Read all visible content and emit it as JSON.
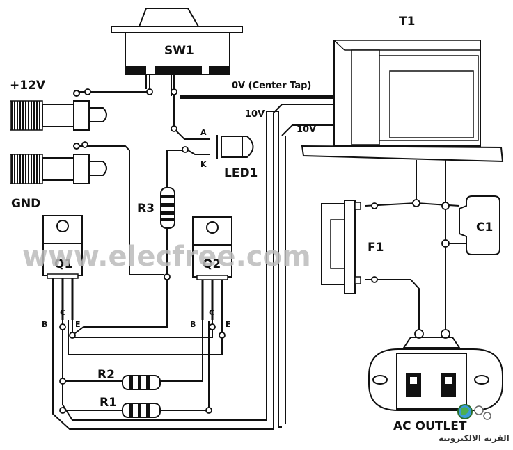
{
  "labels": {
    "sw1": "SW1",
    "t1": "T1",
    "plus12v": "+12V",
    "gnd": "GND",
    "center_tap": "0V (Center Tap)",
    "ten_v_a": "10V",
    "ten_v_b": "10V",
    "led1": "LED1",
    "led_anode": "A",
    "led_cathode": "K",
    "r3": "R3",
    "q1": "Q1",
    "q2": "Q2",
    "q1_b": "B",
    "q1_c": "C",
    "q1_e": "E",
    "q2_b": "B",
    "q2_c": "C",
    "q2_e": "E",
    "r2": "R2",
    "r1": "R1",
    "c1": "C1",
    "f1": "F1",
    "ac_outlet": "AC OUTLET"
  },
  "watermark": {
    "site": "www.elecfree.com",
    "arabic": "القرية الالكترونية"
  },
  "colors": {
    "line": "#111111",
    "watermark": "#bbbbbb"
  }
}
